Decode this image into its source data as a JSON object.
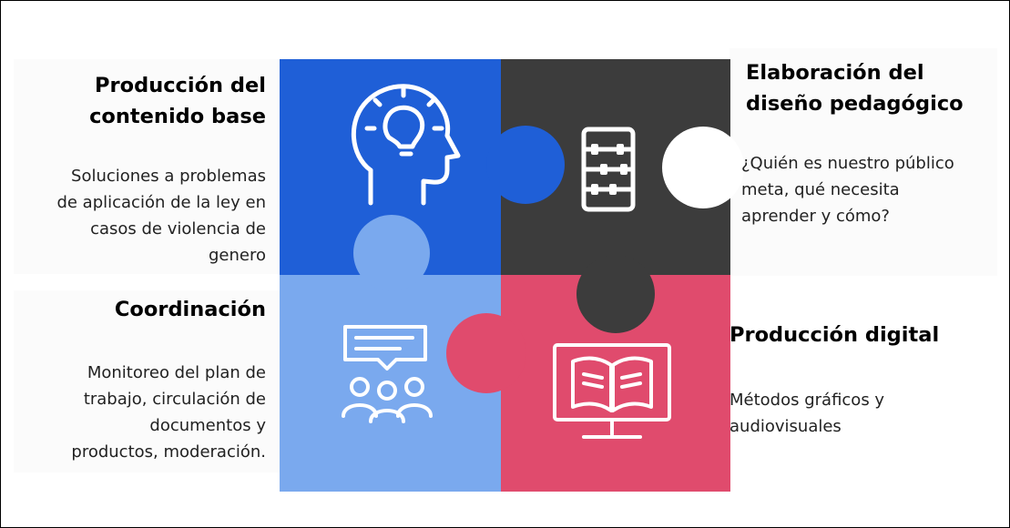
{
  "colors": {
    "blue": "#1f5fd7",
    "dark": "#3c3c3c",
    "light_blue": "#7aa9ee",
    "pink": "#e04b6d",
    "white": "#ffffff"
  },
  "pieces": [
    {
      "icon": "head-lightbulb-icon",
      "title_lines": [
        "Producción del",
        "contenido base"
      ],
      "desc_lines": [
        "Soluciones a problemas",
        "de aplicación de la ley en",
        "casos de violencia de",
        "genero"
      ]
    },
    {
      "icon": "abacus-icon",
      "title_lines": [
        "Elaboración del",
        "diseño pedagógico"
      ],
      "desc_lines": [
        "¿Quién es nuestro público",
        "meta, qué necesita",
        "aprender y cómo?"
      ]
    },
    {
      "icon": "group-chat-icon",
      "title_lines": [
        "Coordinación"
      ],
      "desc_lines": [
        "Monitoreo del plan de",
        "trabajo, circulación de",
        "documentos y",
        "productos, moderación."
      ]
    },
    {
      "icon": "monitor-book-icon",
      "title_lines": [
        "Producción digital"
      ],
      "desc_lines": [
        "Métodos gráficos y",
        "audiovisuales"
      ]
    }
  ]
}
